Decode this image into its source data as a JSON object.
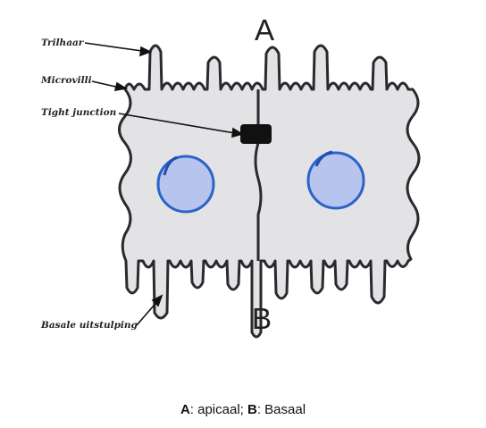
{
  "labels": {
    "top_letter": "A",
    "bottom_letter": "B",
    "trilhaar": "Trilhaar",
    "microvilli": "Microvilli",
    "tight_junction": "Tight junction",
    "basale": "Basale uitstulping"
  },
  "caption": {
    "a_key": "A",
    "a_text": ": apicaal; ",
    "b_key": "B",
    "b_text": ": Basaal"
  },
  "colors": {
    "cell_fill": "#e3e3e6",
    "outline": "#2a2a2e",
    "nucleus_fill": "#b7c4ee",
    "nucleus_stroke": "#2a63c9",
    "junction": "#111111"
  }
}
